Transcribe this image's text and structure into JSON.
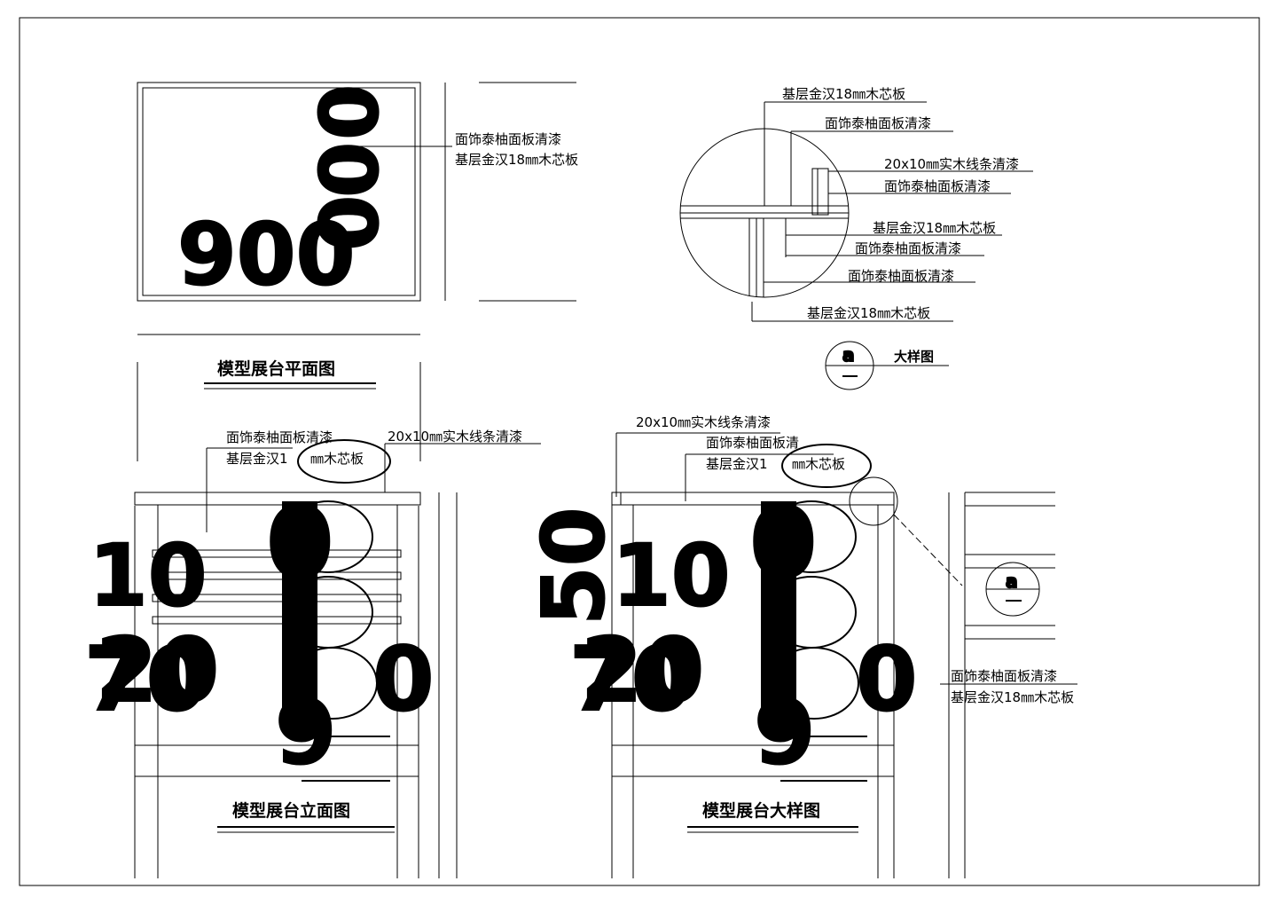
{
  "labels": {
    "face_teak": "面饰泰柚面板清漆",
    "base_core": "基层金汉18㎜木芯板",
    "strip": "20x10㎜实木线条清漆",
    "base_core_alt": "基层金汉1",
    "core_tail": "㎜木芯板",
    "face_partial": "面饰泰柚面",
    "face_partial2": "面饰泰柚面板清"
  },
  "titles": {
    "plan": "模型展台平面图",
    "elevation": "模型展台立面图",
    "detail": "模型展台大样图",
    "callout": "大样图"
  },
  "callout_mark": "a",
  "dims": {
    "plan_width": "900",
    "plan_a": "0",
    "plan_b": "0",
    "plan_c": "0",
    "e1_a": "10",
    "e1_b": "20",
    "e1_c": "70",
    "e1_d": "9",
    "e1_e": "0",
    "e1_f": "0",
    "e2_a": "50",
    "e2_b": "10",
    "e2_c": "20",
    "e2_d": "70",
    "e2_e": "9",
    "e2_f": "0",
    "e2_g": "0"
  }
}
